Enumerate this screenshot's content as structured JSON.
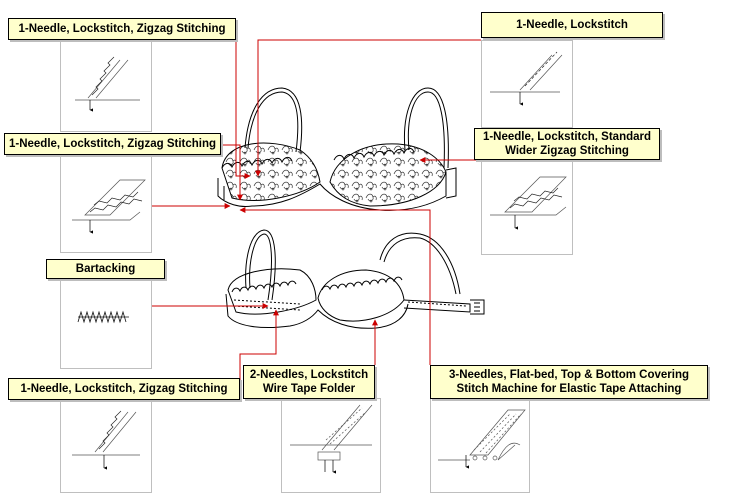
{
  "labels": {
    "top_left": "1-Needle, Lockstitch, Zigzag Stitching",
    "mid_left": "1-Needle, Lockstitch, Zigzag Stitching",
    "bartacking": "Bartacking",
    "bottom_left": "1-Needle, Lockstitch, Zigzag Stitching",
    "wire_tape": "2-Needles, Lockstitch\nWire Tape Folder",
    "elastic": "3-Needles, Flat-bed, Top & Bottom Covering\nStitch Machine for Elastic Tape Attaching",
    "top_right": "1-Needle, Lockstitch",
    "mid_right": "1-Needle, Lockstitch, Standard\nWider Zigzag Stitching"
  },
  "colors": {
    "label_bg": "#ffffcc",
    "leader_line": "#cc0000",
    "panel_border": "#bfbfbf"
  }
}
